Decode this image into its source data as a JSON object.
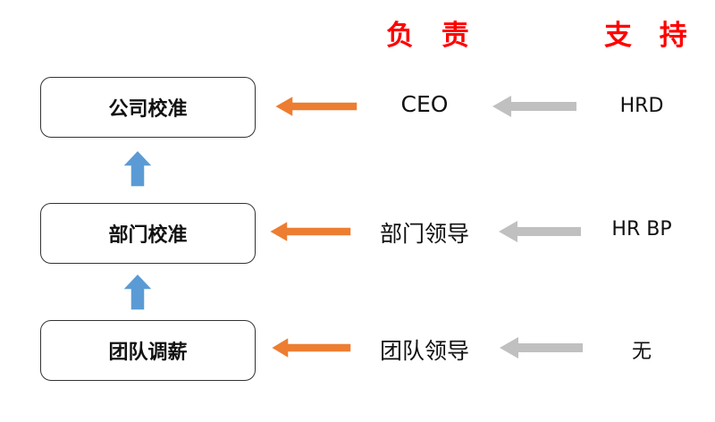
{
  "headers": {
    "responsible": "负 责",
    "support": "支 持"
  },
  "levels": [
    {
      "box": "公司校准",
      "responsible": "CEO",
      "support": "HRD"
    },
    {
      "box": "部门校准",
      "responsible": "部门领导",
      "support": "HR BP"
    },
    {
      "box": "团队调薪",
      "responsible": "团队领导",
      "support": "无"
    }
  ],
  "colors": {
    "header": "#ff0000",
    "orange_arrow": "#ed7d31",
    "gray_arrow": "#c0c0c0",
    "blue_arrow": "#5b9bd5"
  }
}
